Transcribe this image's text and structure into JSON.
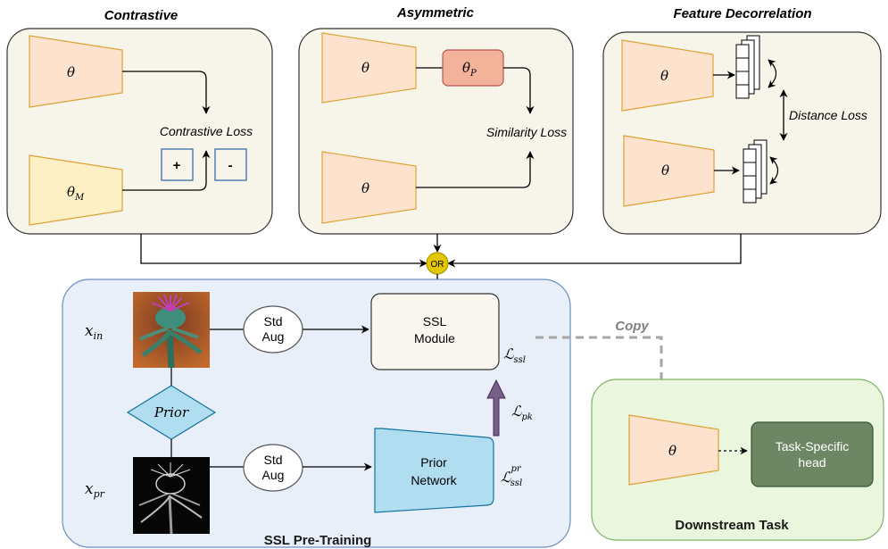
{
  "panels": {
    "contrastive": {
      "title": "Contrastive",
      "loss_label": "Contrastive Loss",
      "plus": "+",
      "minus": "-"
    },
    "asymmetric": {
      "title": "Asymmetric",
      "loss_label": "Similarity Loss"
    },
    "decorrelation": {
      "title": "Feature Decorrelation",
      "loss_label": "Distance Loss"
    }
  },
  "or_label": "OR",
  "pretraining": {
    "title": "SSL Pre-Training",
    "std_aug_1": [
      "Std",
      "Aug"
    ],
    "std_aug_2": [
      "Std",
      "Aug"
    ],
    "prior_label": "Prior",
    "ssl_module": [
      "SSL",
      "Module"
    ],
    "prior_network": [
      "Prior",
      "Network"
    ]
  },
  "copy_label": "Copy",
  "downstream": {
    "title": "Downstream Task",
    "head": [
      "Task-Specific",
      "head"
    ]
  },
  "colors": {
    "panel_fill": "#f7f4ea",
    "encoder_fill": "#fde3cd",
    "encoder_stroke": "#dda234",
    "encoder_m_fill": "#fdf0c5",
    "proj_fill": "#f3b39b",
    "proj_stroke": "#b85450",
    "pretrain_fill": "#e9eff9",
    "pretrain_stroke": "#6c8ebf",
    "prior_fill": "#b1ddf0",
    "prior_stroke": "#10739e",
    "downstream_fill": "#eaf6dd",
    "downstream_stroke": "#82b366",
    "head_fill": "#6d8764",
    "or_fill": "#e3c800",
    "arrow_pk": "#76608a"
  },
  "icons": [
    "flower-color-image",
    "flower-grayscale-image",
    "circular-arrow-icon"
  ]
}
